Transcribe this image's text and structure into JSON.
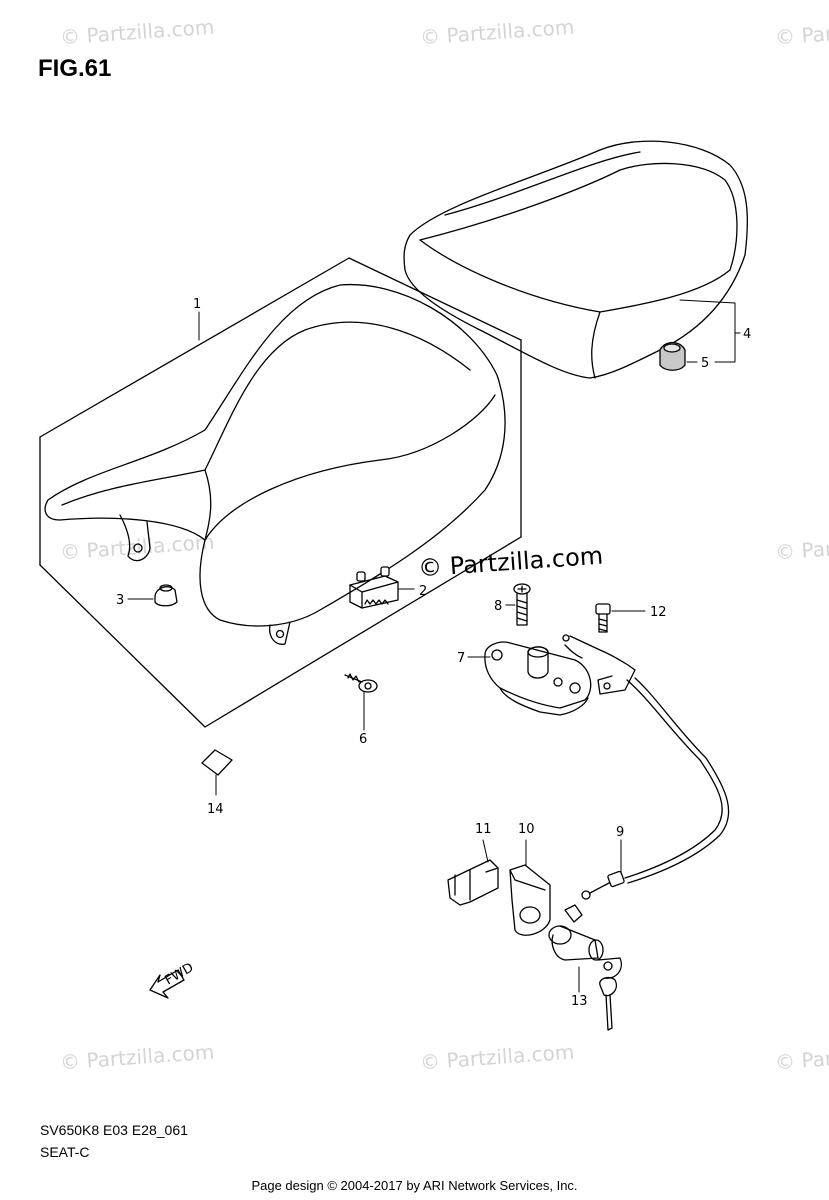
{
  "figure": {
    "title": "FIG.61",
    "model_code": "SV650K8 E03 E28_061",
    "section_name": "SEAT-C"
  },
  "footer": "Page design © 2004-2017 by ARI Network Services, Inc.",
  "watermark": {
    "text": "© Partzilla.com",
    "center_text": "© Partzilla.com"
  },
  "fwd_label": "FWD",
  "callouts": [
    "1",
    "2",
    "3",
    "4",
    "5",
    "6",
    "7",
    "8",
    "9",
    "10",
    "11",
    "12",
    "13",
    "14"
  ]
}
